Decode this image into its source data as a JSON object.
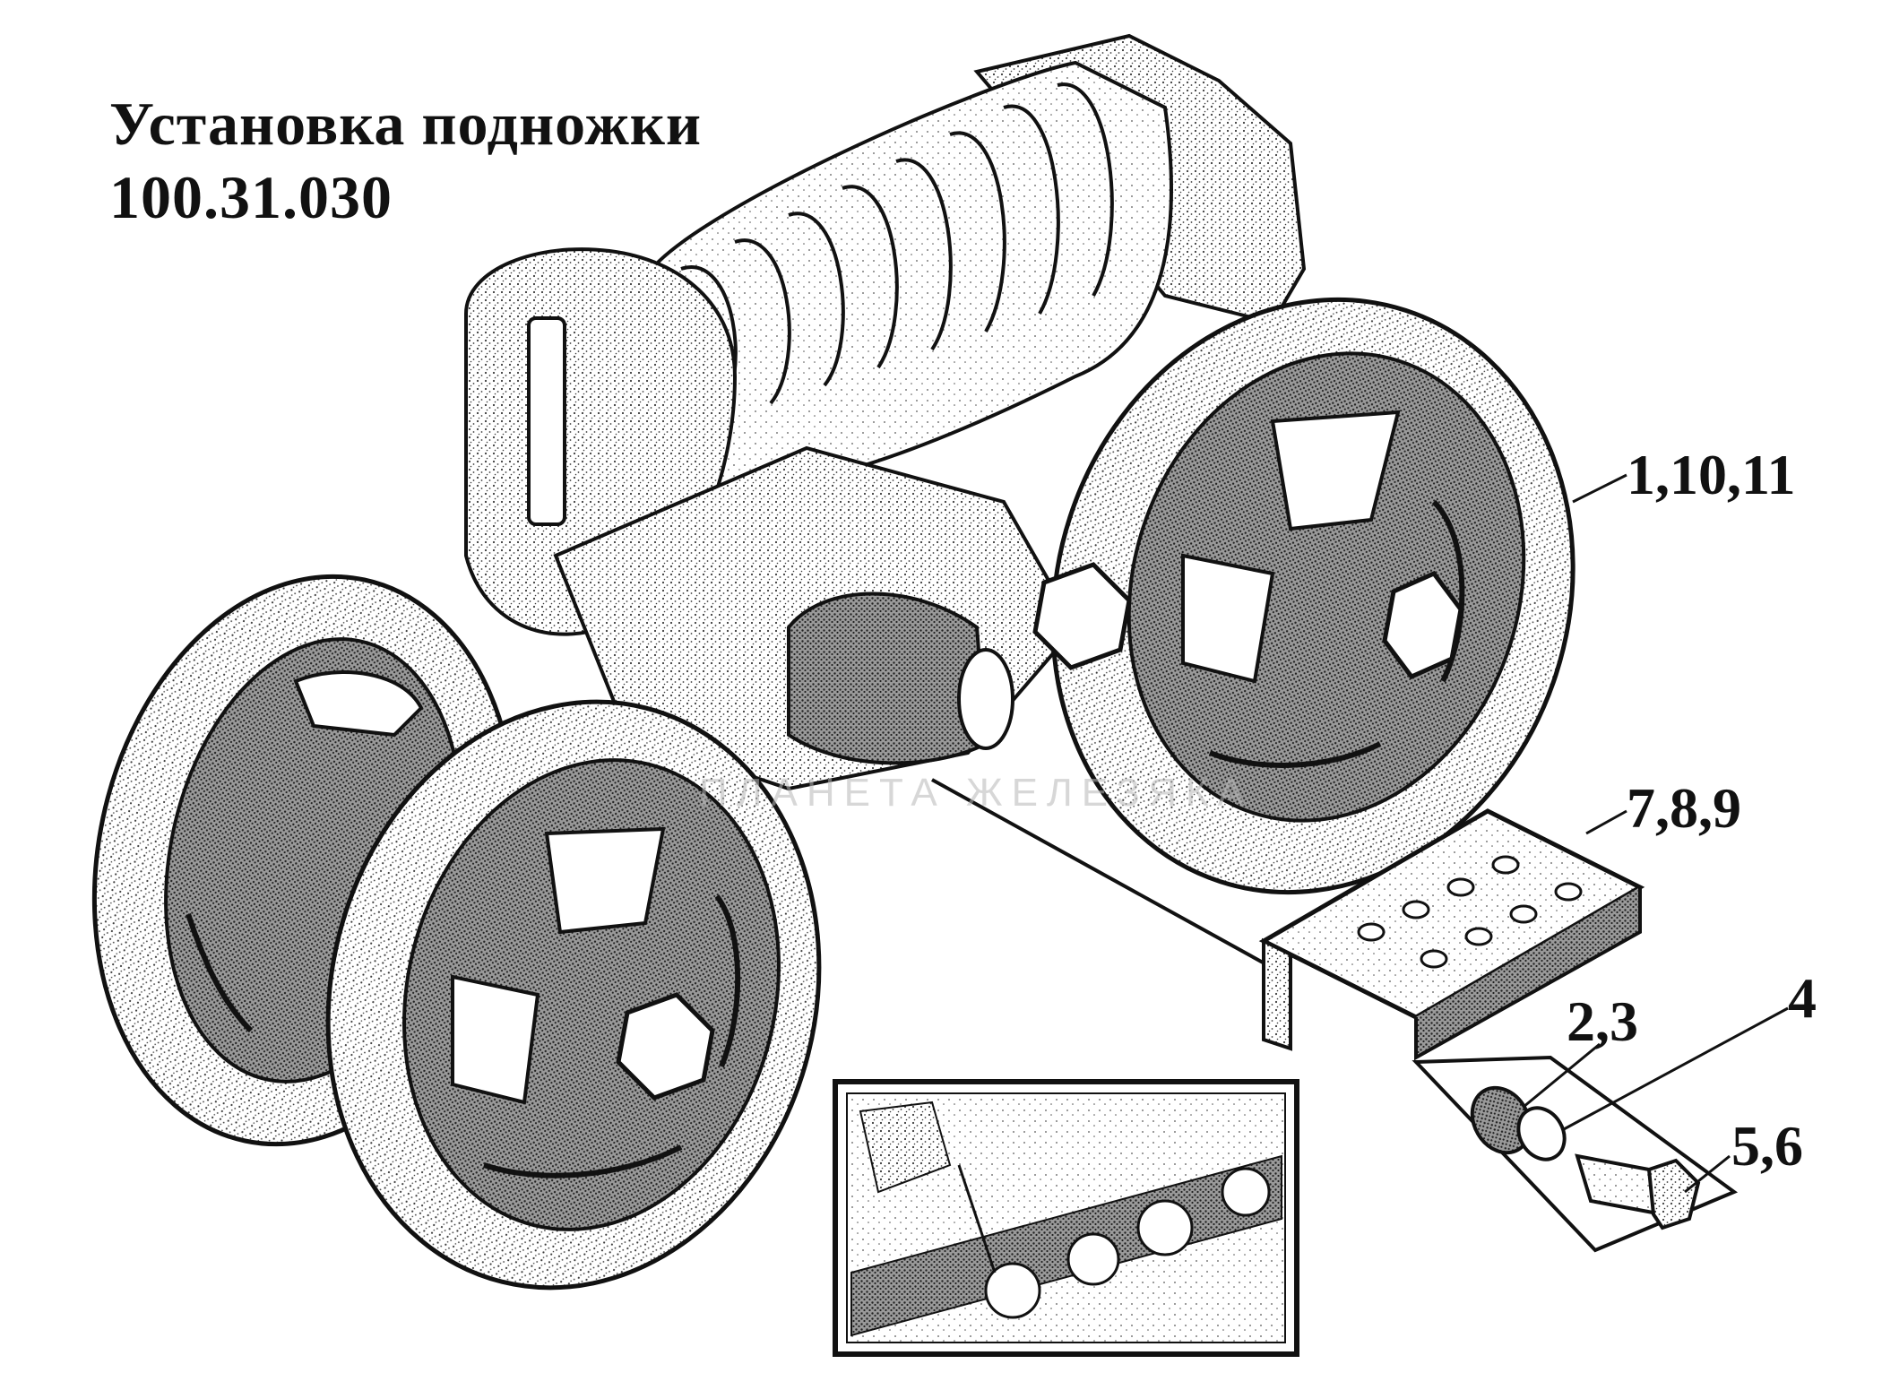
{
  "title": {
    "line1": "Установка подножки",
    "line2": "100.31.030"
  },
  "callouts": {
    "c1": "1,10,11",
    "c2": "7,8,9",
    "c3": "4",
    "c4": "2,3",
    "c5": "5,6"
  },
  "watermark": "ПЛАНЕТА ЖЕЛЕЗЯКА",
  "colors": {
    "ink": "#111111",
    "paper": "#ffffff",
    "stipple": "#3a3a3a"
  }
}
